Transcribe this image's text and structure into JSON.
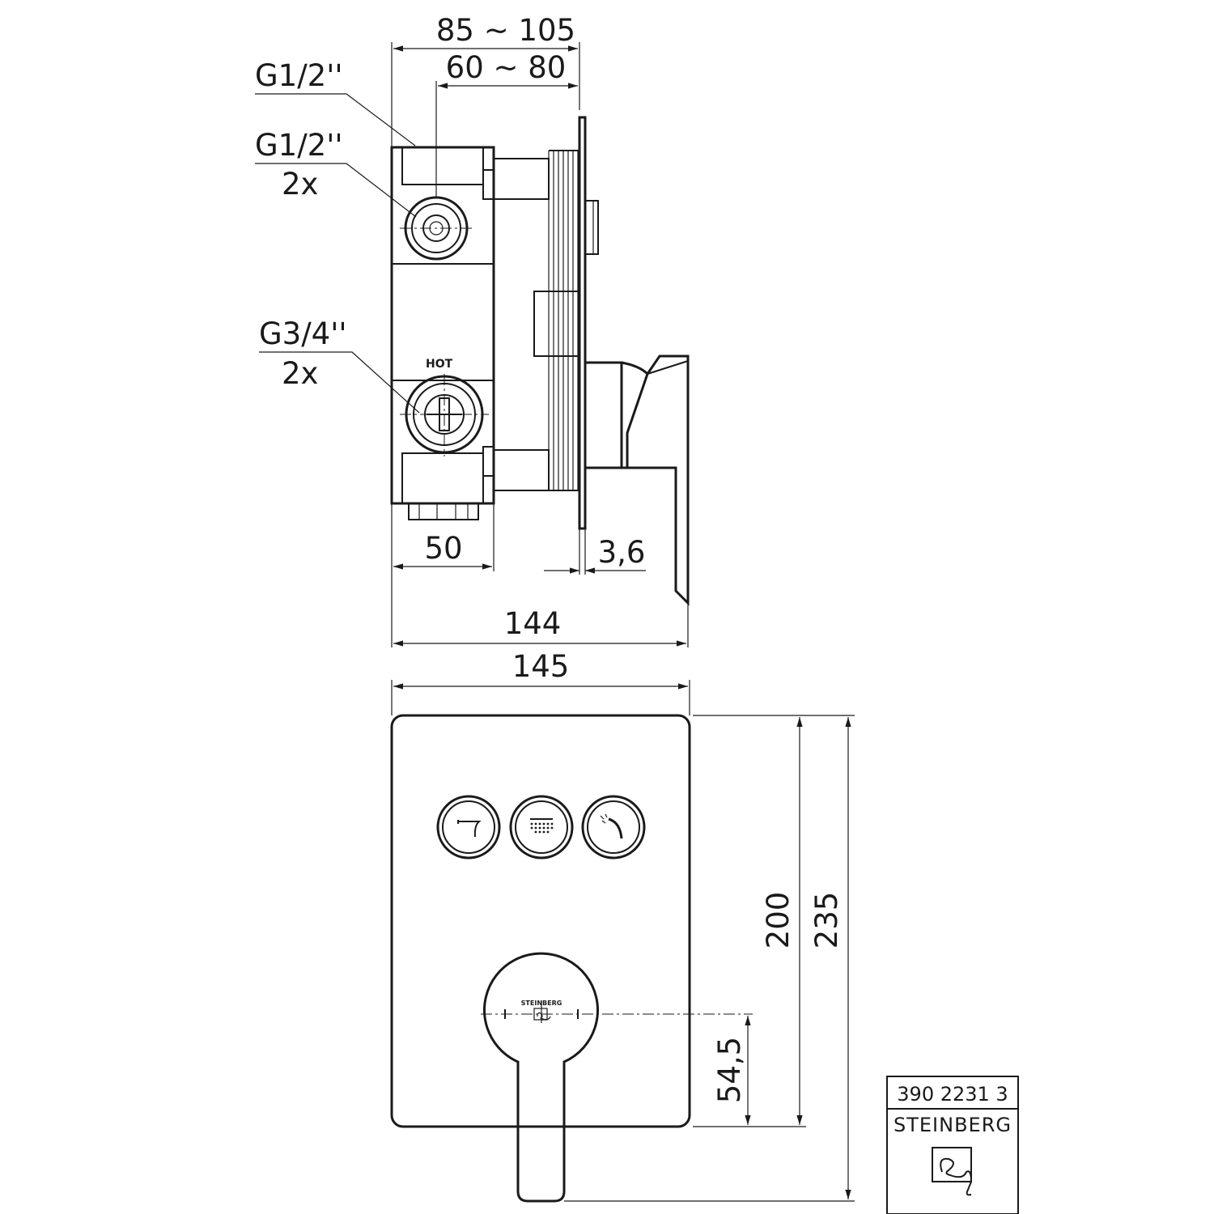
{
  "dimensions": {
    "top_outer": "85 ~ 105",
    "top_inner": "60 ~ 80",
    "body_depth": "50",
    "plate_thickness": "3,6",
    "side_total": "144",
    "front_width": "145",
    "plate_height": "200",
    "overall_height": "235",
    "lever_axis_offset": "54,5"
  },
  "callouts": {
    "thread_top": "G1/2''",
    "thread_outlet": "G1/2''",
    "thread_outlet_count": "2x",
    "thread_inlet": "G3/4''",
    "thread_inlet_count": "2x",
    "hot_label": "HOT"
  },
  "buttons": [
    {
      "icon": "spout-icon"
    },
    {
      "icon": "rain-shower-icon"
    },
    {
      "icon": "hand-shower-icon"
    }
  ],
  "lever": {
    "brand_mark": "STEINBERG"
  },
  "title_block": {
    "article_number": "390 2231 3",
    "brand": "STEINBERG"
  }
}
